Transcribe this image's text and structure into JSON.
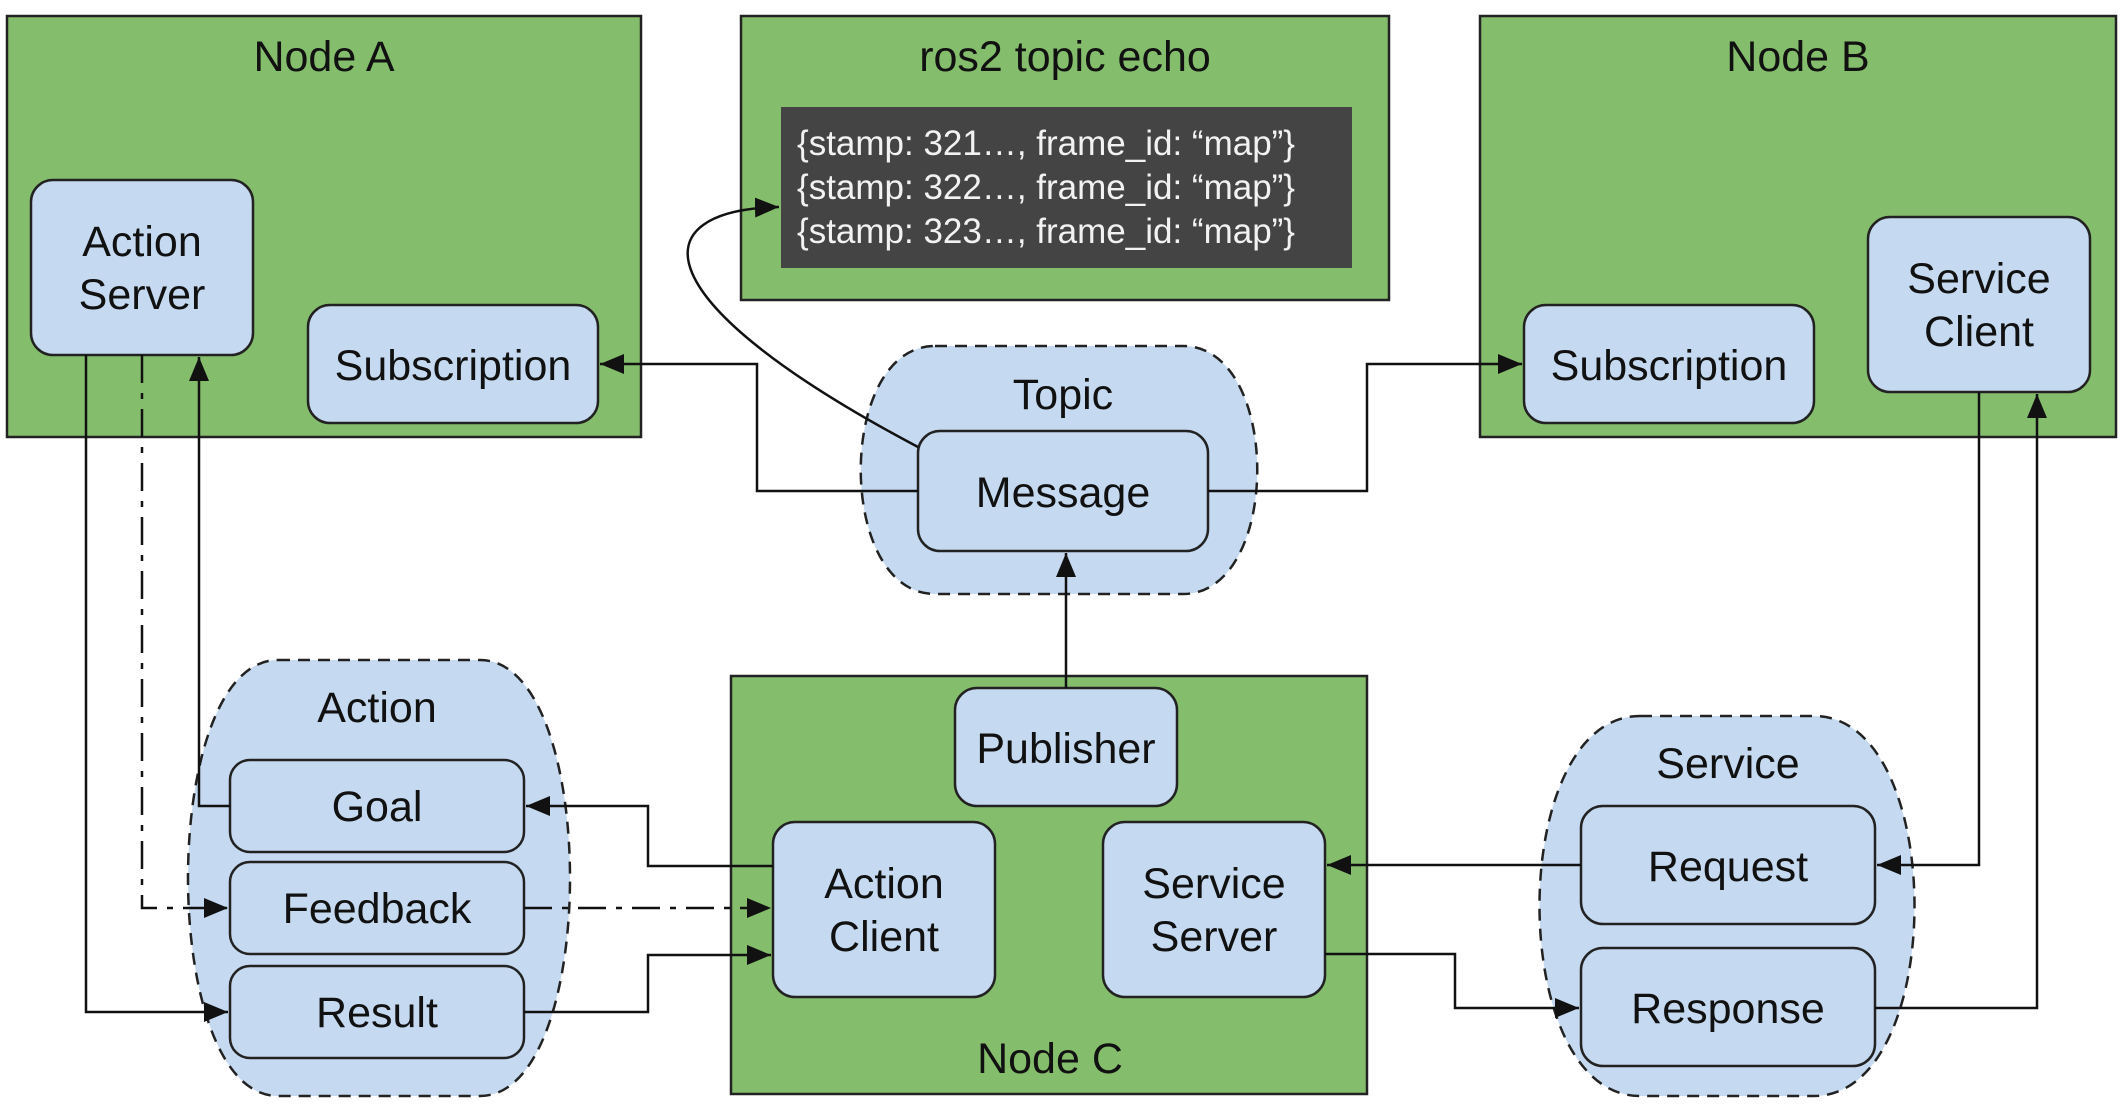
{
  "nodes": {
    "node_a": "Node A",
    "node_b": "Node B",
    "node_c": "Node C",
    "echo": "ros2 topic echo"
  },
  "echo_lines": [
    "{stamp: 321…, frame_id: “map”}",
    "{stamp: 322…, frame_id: “map”}",
    "{stamp: 323…, frame_id: “map”}"
  ],
  "groups": {
    "topic": "Topic",
    "action": "Action",
    "service": "Service"
  },
  "boxes": {
    "action_server": [
      "Action",
      "Server"
    ],
    "subscription_a": "Subscription",
    "subscription_b": "Subscription",
    "service_client": [
      "Service",
      "Client"
    ],
    "message": "Message",
    "publisher": "Publisher",
    "action_client": [
      "Action",
      "Client"
    ],
    "service_server": [
      "Service",
      "Server"
    ],
    "goal": "Goal",
    "feedback": "Feedback",
    "result": "Result",
    "request": "Request",
    "response": "Response"
  },
  "colors": {
    "node_fill": "#84bd6c",
    "box_fill": "#c5daf0",
    "terminal_fill": "#444444",
    "terminal_text": "#f2f2f2"
  }
}
